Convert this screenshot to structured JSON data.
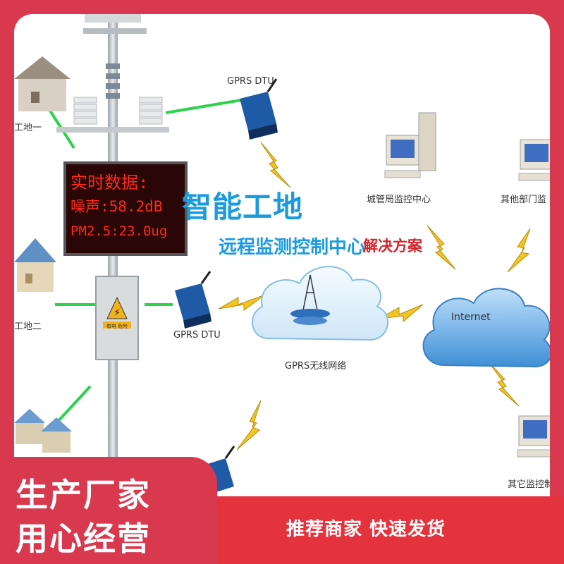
{
  "diagram": {
    "title": "智能工地",
    "subtitle": "远程监测控制中心",
    "subtitle_tag": "解决方案",
    "led_display": {
      "line1": "实时数据:",
      "line2": "噪声:58.2dB",
      "line3": "PM2.5:23.0ug"
    },
    "nodes": {
      "site_1": "工地一",
      "site_2": "工地二",
      "dtu_top": "GPRS DTU",
      "dtu_middle": "GPRS DTU",
      "gprs_network": "GPRS无线网络",
      "internet": "Internet",
      "city_center": "城管局监控中心",
      "other_dept": "其他部门监",
      "other_center": "其它监控制"
    },
    "box_label": "有电 危险"
  },
  "banner": {
    "left_line1": "生产厂家",
    "left_line2": "用心经营",
    "right_text": "推荐商家 快速发货"
  },
  "colors": {
    "frame": "#d8394e",
    "title_blue": "#1a9be0",
    "accent_red": "#d2232a",
    "link_green": "#2bd24a",
    "lightning_yellow": "#f3c521",
    "cloud_blue": "#5fa4dd"
  }
}
